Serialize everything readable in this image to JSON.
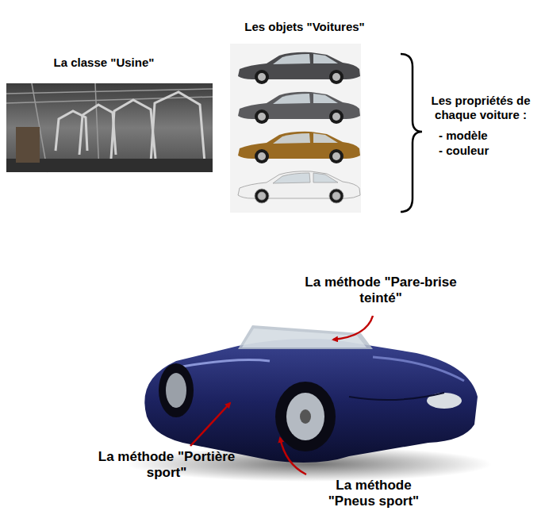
{
  "diagram": {
    "labels": [
      "La classe \"Usine\"",
      "Les objets \"Voitures\"",
      "Les propriétés de chaque voiture :",
      "- modèle",
      "- couleur",
      "La méthode \"Pare-brise teinté\"",
      "La méthode \"Portière sport\"",
      "La méthode \"Pneus sport\""
    ]
  }
}
